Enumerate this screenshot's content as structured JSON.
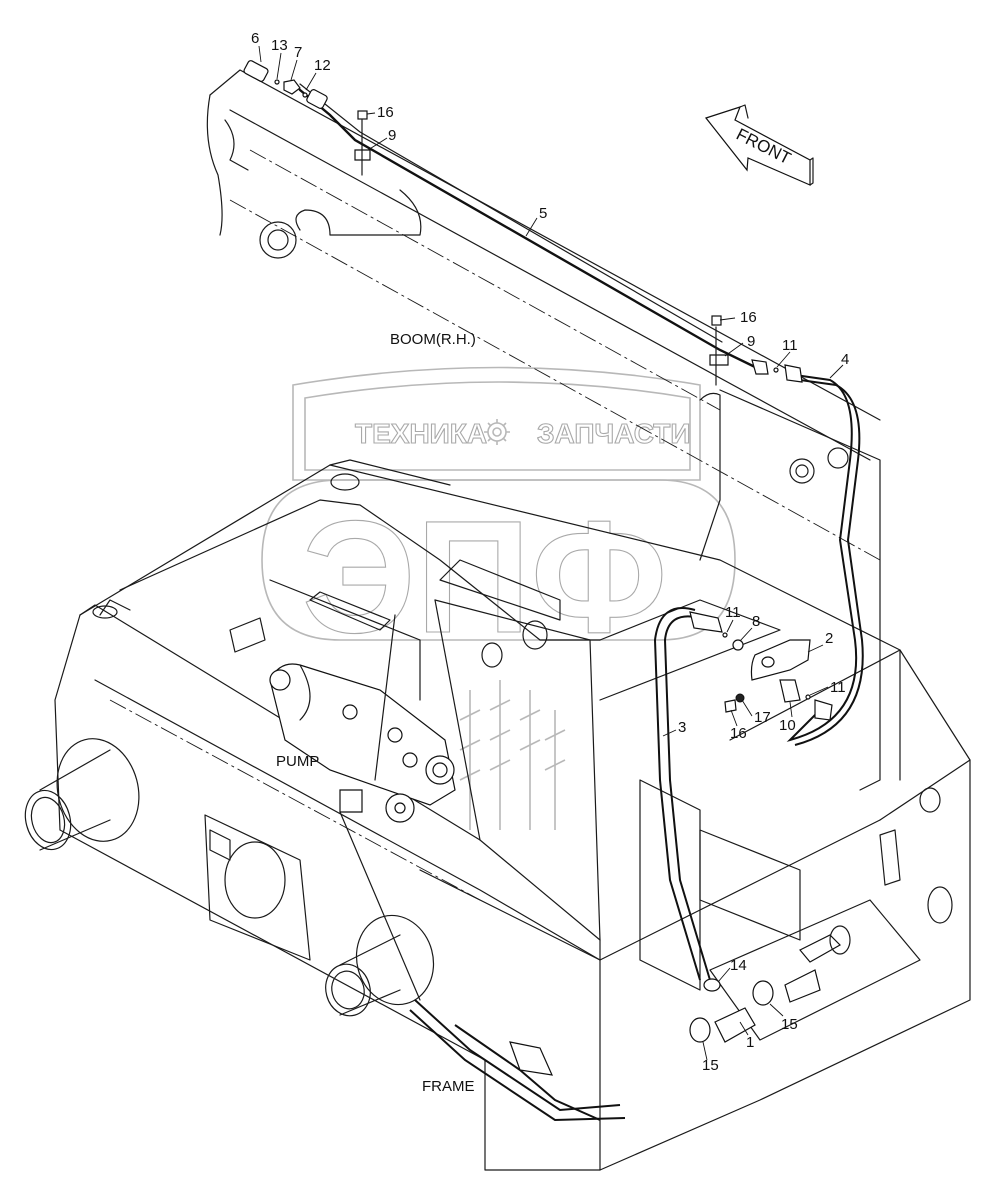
{
  "diagram": {
    "title": "Boom hydraulic line installation (R.H.)",
    "direction_marker": {
      "label": "FRONT",
      "icon": "arrow-left-icon"
    },
    "component_labels": {
      "boom": "BOOM(R.H.)",
      "pump": "PUMP",
      "frame": "FRAME"
    },
    "watermark": {
      "left_text": "ТЕХНИКА",
      "right_text": "ЗАПЧАСТИ",
      "big_text": "ЭПФ",
      "icon": "gear-icon"
    },
    "callouts": [
      {
        "id": "c6",
        "number": "6"
      },
      {
        "id": "c13",
        "number": "13"
      },
      {
        "id": "c7",
        "number": "7"
      },
      {
        "id": "c12",
        "number": "12"
      },
      {
        "id": "c16a",
        "number": "16"
      },
      {
        "id": "c9a",
        "number": "9"
      },
      {
        "id": "c5",
        "number": "5"
      },
      {
        "id": "c16b",
        "number": "16"
      },
      {
        "id": "c9b",
        "number": "9"
      },
      {
        "id": "c11a",
        "number": "11"
      },
      {
        "id": "c4",
        "number": "4"
      },
      {
        "id": "c11b",
        "number": "11"
      },
      {
        "id": "c8",
        "number": "8"
      },
      {
        "id": "c2",
        "number": "2"
      },
      {
        "id": "c11c",
        "number": "11"
      },
      {
        "id": "c17",
        "number": "17"
      },
      {
        "id": "c10",
        "number": "10"
      },
      {
        "id": "c16c",
        "number": "16"
      },
      {
        "id": "c3",
        "number": "3"
      },
      {
        "id": "c14",
        "number": "14"
      },
      {
        "id": "c15a",
        "number": "15"
      },
      {
        "id": "c1",
        "number": "1"
      },
      {
        "id": "c15b",
        "number": "15"
      }
    ]
  }
}
